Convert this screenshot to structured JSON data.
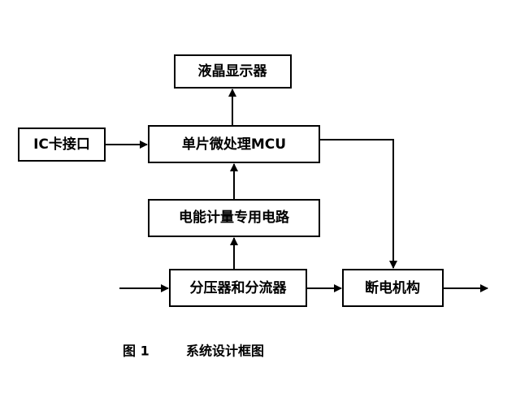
{
  "diagram": {
    "nodes": {
      "lcd": "液晶显示器",
      "mcu": "单片微处理MCU",
      "ic_card": "IC卡接口",
      "metering": "电能计量专用电路",
      "divider": "分压器和分流器",
      "breaker": "断电机构"
    },
    "caption": {
      "figure_no": "图 1",
      "title": "系统设计框图"
    }
  }
}
